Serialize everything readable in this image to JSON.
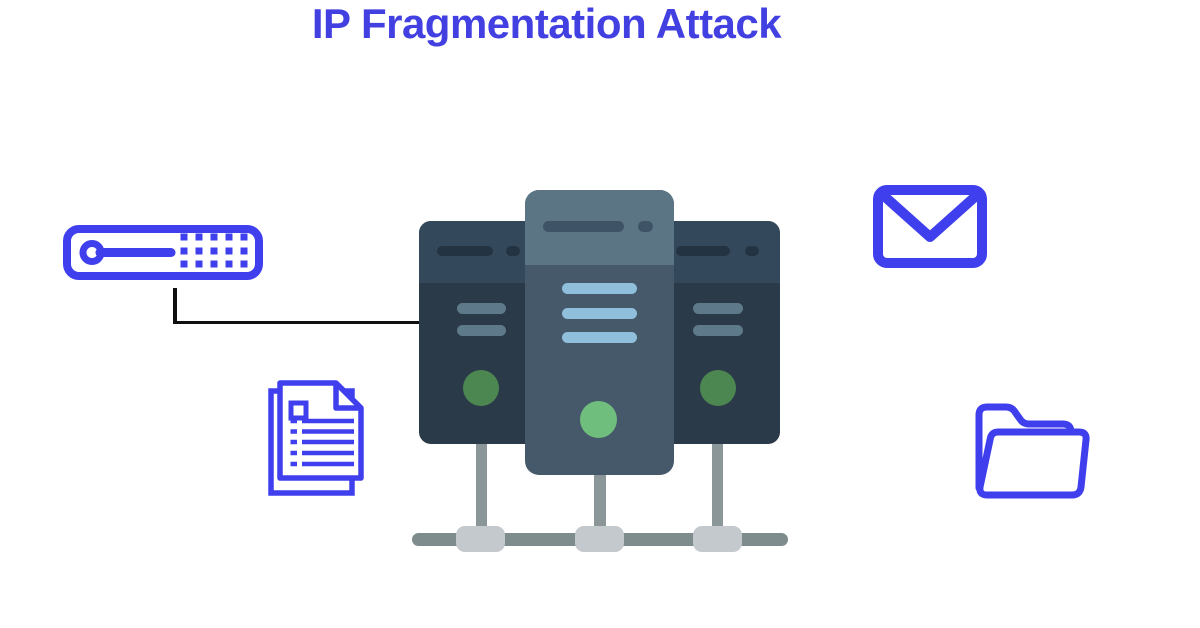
{
  "title": "IP Fragmentation Attack",
  "colors": {
    "background": "#FFFFFF",
    "title-blue": "#4340E2",
    "icon-blue": "#403FED",
    "line-black": "#101010",
    "server-side": "#2B3A49",
    "server-side-header": "#33485A",
    "server-center": "#46596B",
    "server-center-header": "#5B7585",
    "pill-dark": "#243342",
    "pill-dark-center": "#3F5367",
    "pill-slate": "#5E7A8A",
    "pill-light": "#8FBFDB",
    "green-side": "#4C8751",
    "green-center": "#6FBE7D",
    "leg-gray": "#8A9697",
    "bar-gray": "#7E8C8E",
    "connector-gray": "#C4C9CE"
  },
  "illustration": {
    "icons": [
      "router-switch-icon",
      "documents-icon",
      "envelope-icon",
      "folder-icon"
    ],
    "server_count": 3,
    "network_nodes": 3
  }
}
